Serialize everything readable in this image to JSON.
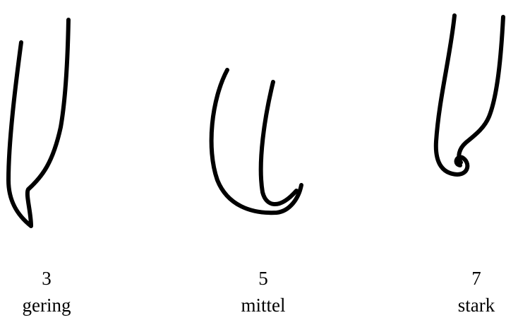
{
  "figures": [
    {
      "level": "3",
      "term": "gering",
      "shape_icon": "slight-curl-icon"
    },
    {
      "level": "5",
      "term": "mittel",
      "shape_icon": "medium-curl-icon"
    },
    {
      "level": "7",
      "term": "stark",
      "shape_icon": "strong-curl-icon"
    }
  ],
  "colors": {
    "ink": "#000000",
    "background": "#ffffff"
  }
}
